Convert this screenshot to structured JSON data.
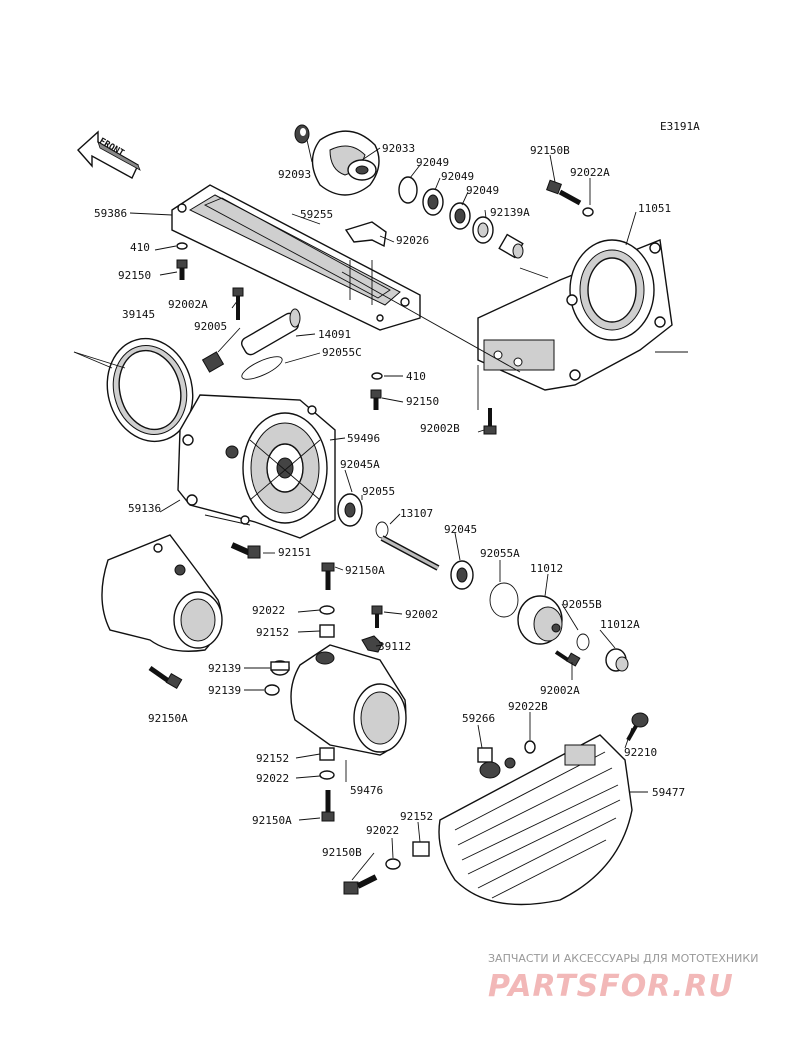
{
  "diagram": {
    "code": "E3191A",
    "front_label": "FRONT",
    "parts": {
      "p92093": "92093",
      "p92033": "92033",
      "p92049a": "92049",
      "p92049b": "92049",
      "p92049c": "92049",
      "p92139A": "92139A",
      "p92150B_top": "92150B",
      "p92022A": "92022A",
      "p11051": "11051",
      "p59386": "59386",
      "p59255": "59255",
      "p92026": "92026",
      "p410a": "410",
      "p92150a": "92150",
      "p92002A_top": "92002A",
      "p39145": "39145",
      "p92005": "92005",
      "p14091": "14091",
      "p92055C": "92055C",
      "p410b": "410",
      "p92150b": "92150",
      "p92002B": "92002B",
      "p59496": "59496",
      "p92045A": "92045A",
      "p92055": "92055",
      "p59136": "59136",
      "p13107": "13107",
      "p92045": "92045",
      "p92151": "92151",
      "p92150A_mid": "92150A",
      "p92055A": "92055A",
      "p11012": "11012",
      "p92022a": "92022",
      "p92002": "92002",
      "p92055B": "92055B",
      "p92152a": "92152",
      "p39112": "39112",
      "p11012A": "11012A",
      "p92139a": "92139",
      "p92139b": "92139",
      "p92002A_low": "92002A",
      "p92150A_left": "92150A",
      "p59266": "59266",
      "p92022B": "92022B",
      "p92210": "92210",
      "p92152b": "92152",
      "p92022b": "92022",
      "p59476": "59476",
      "p59477": "59477",
      "p92150A_bot": "92150A",
      "p92152c": "92152",
      "p92022c": "92022",
      "p92150B_bot": "92150B"
    }
  },
  "watermark": {
    "caption": "ЗАПЧАСТИ И АКСЕССУАРЫ ДЛЯ МОТОТЕХНИКИ",
    "brand": "PARTSFOR.RU",
    "color": "#e98f8f"
  }
}
